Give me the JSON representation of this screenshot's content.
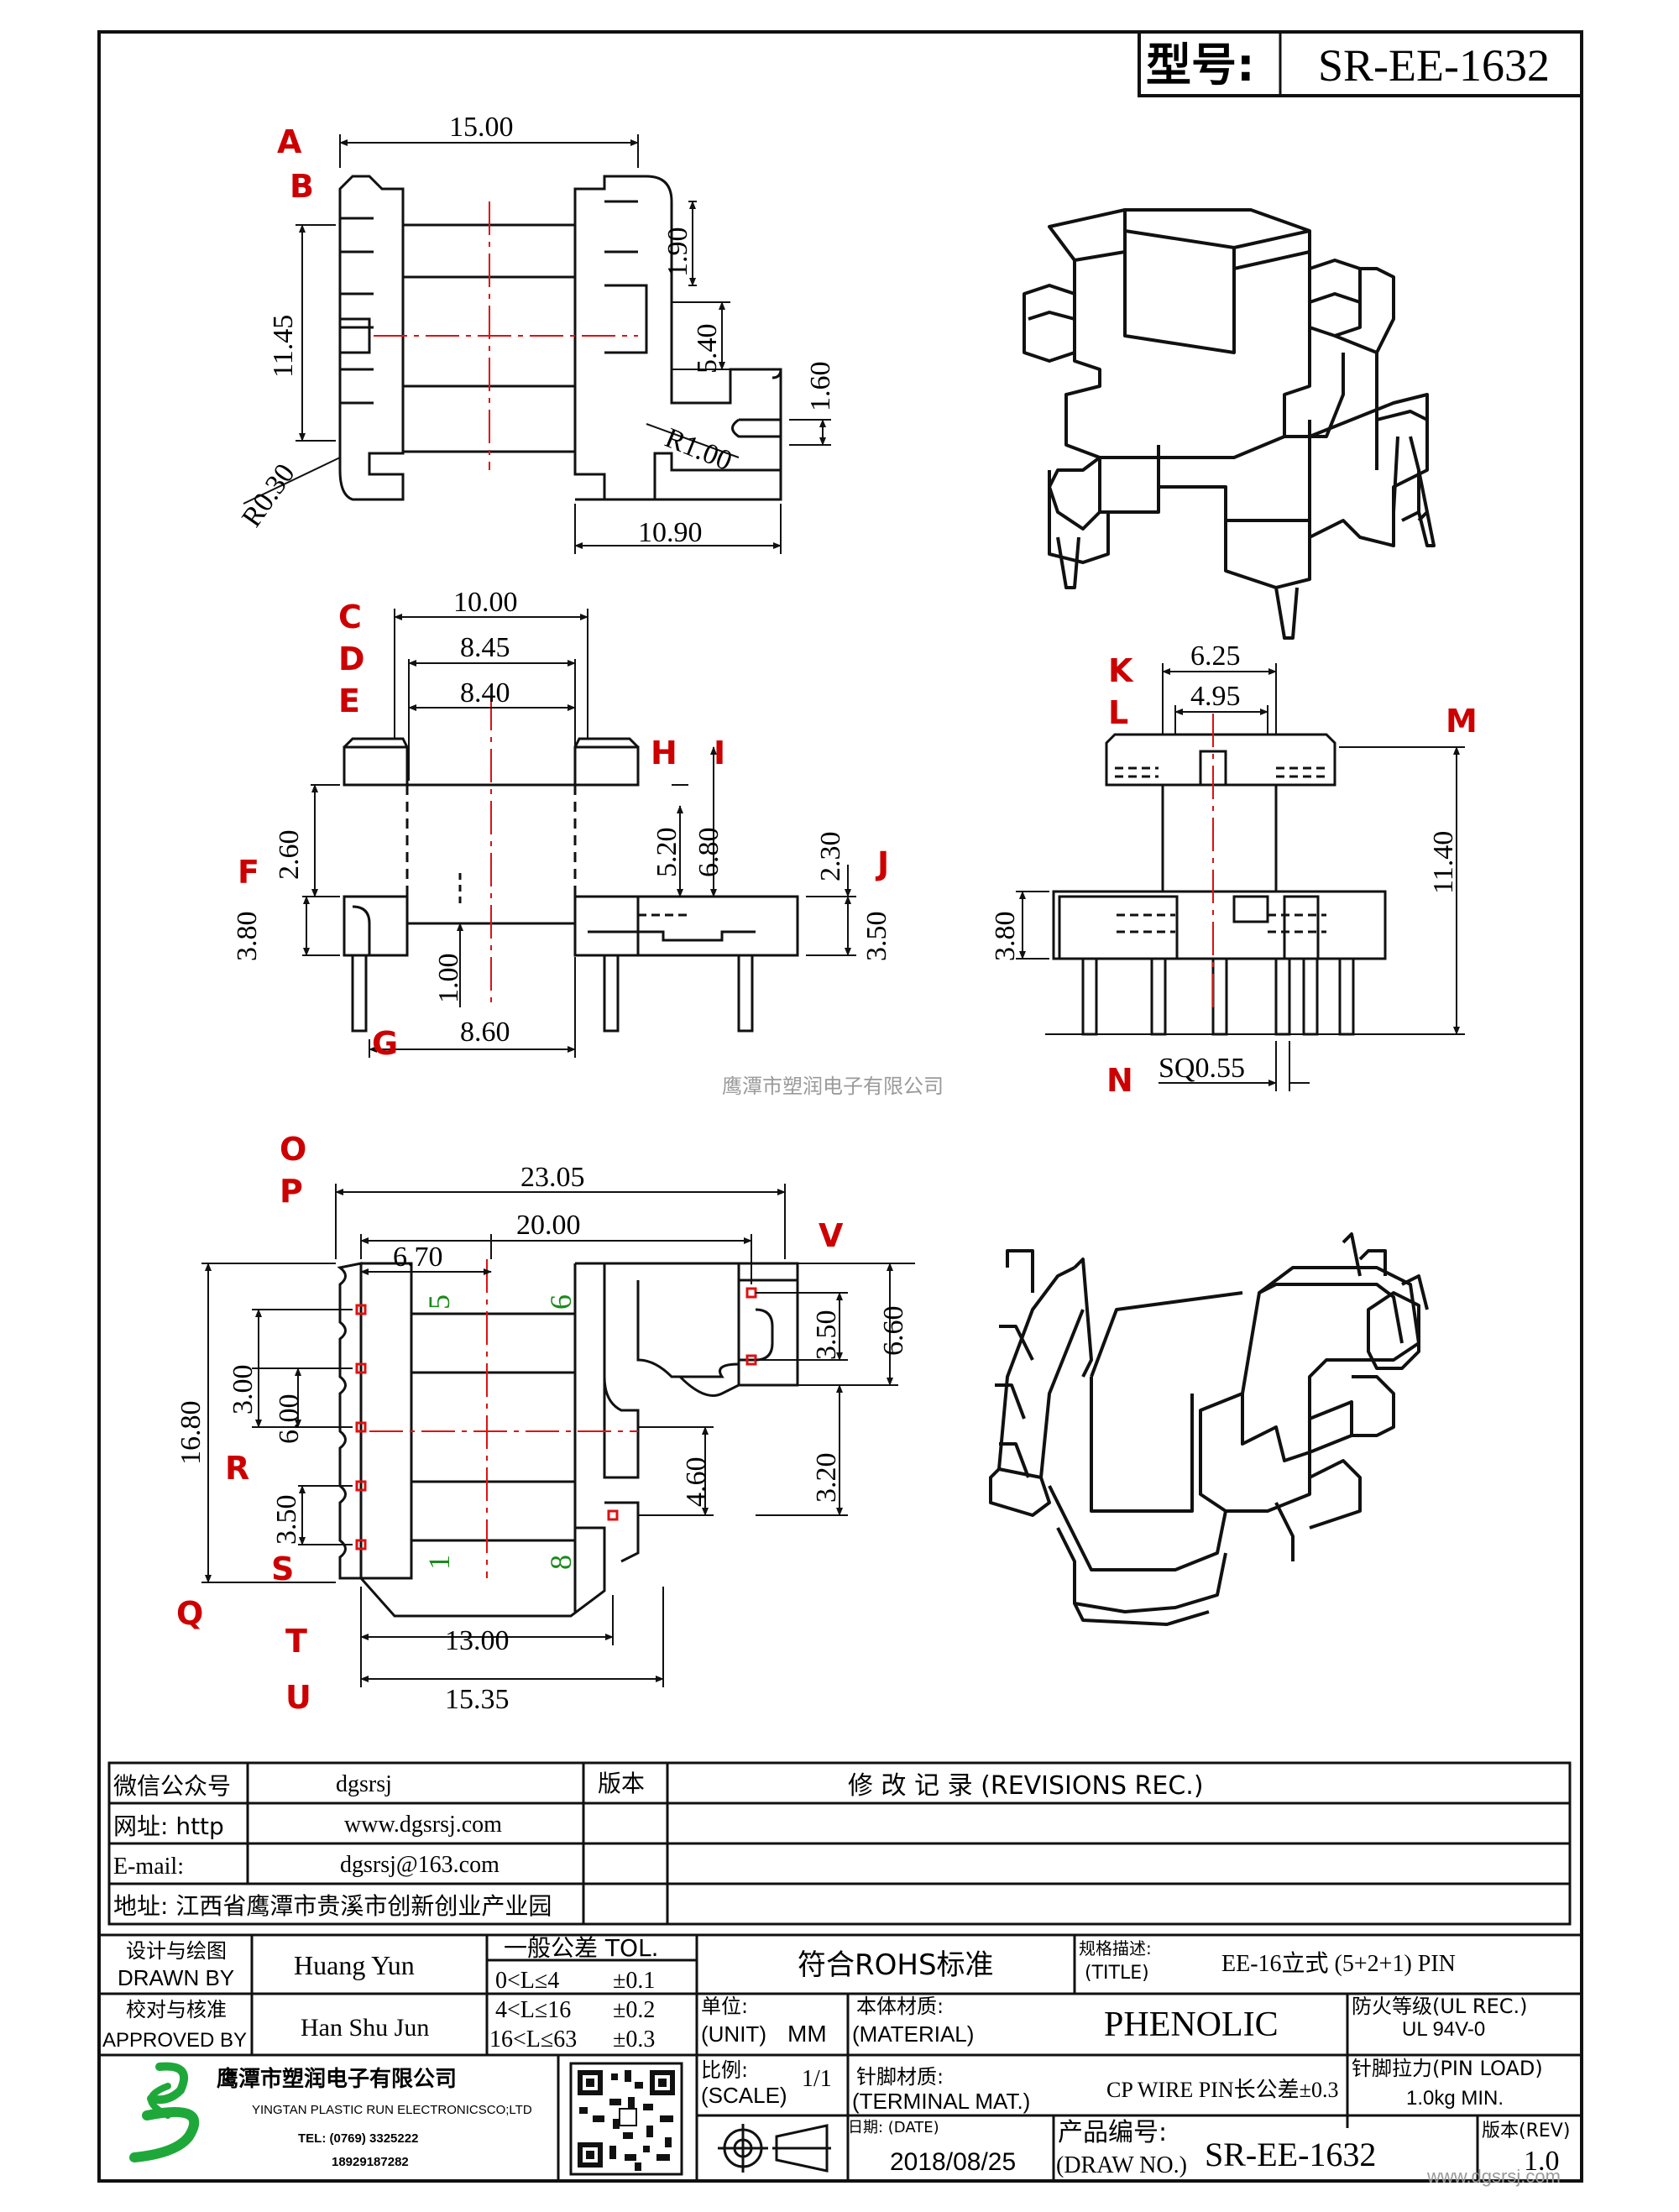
{
  "header": {
    "model_label": "型号:",
    "model_value": "SR-EE-1632"
  },
  "top_view": {
    "labels": [
      "A",
      "B"
    ],
    "dims": {
      "width": "15.00",
      "height": "11.45",
      "d190": "1.90",
      "d540": "5.40",
      "d160": "1.60",
      "r100": "R1.00",
      "r030": "R0.30",
      "base": "10.90"
    }
  },
  "front_view": {
    "labels": [
      "C",
      "D",
      "E",
      "F",
      "G",
      "H",
      "I",
      "J"
    ],
    "dims": {
      "c": "10.00",
      "d": "8.45",
      "e": "8.40",
      "f": "2.60",
      "h380": "3.80",
      "v100": "1.00",
      "g": "8.60",
      "v520": "5.20",
      "v680": "6.80",
      "j": "2.30",
      "v350": "3.50"
    }
  },
  "side_view": {
    "labels": [
      "K",
      "L",
      "M",
      "N"
    ],
    "dims": {
      "k": "6.25",
      "l": "4.95",
      "m": "11.40",
      "h380": "3.80",
      "n": "SQ0.55"
    }
  },
  "watermark": "鹰潭市塑润电子有限公司",
  "bottom_view": {
    "labels": [
      "O",
      "P",
      "Q",
      "R",
      "S",
      "T",
      "U",
      "V"
    ],
    "dims": {
      "o": "23.05",
      "p": "20.00",
      "w670": "6.70",
      "q": "16.80",
      "v300": "3.00",
      "v600": "6.00",
      "v350": "3.50",
      "t": "13.00",
      "u": "15.35",
      "v350r": "3.50",
      "v660": "6.60",
      "v460": "4.60",
      "v320": "3.20"
    },
    "pins": [
      "5",
      "6",
      "1",
      "8"
    ]
  },
  "info": {
    "wechat_label": "微信公众号",
    "wechat_value": "dgsrsj",
    "web_label": "网址: http",
    "web_value": "www.dgsrsj.com",
    "email_label": "E-mail:",
    "email_value": "dgsrsj@163.com",
    "address": "地址: 江西省鹰潭市贵溪市创新创业产业园",
    "version_label": "版本",
    "revisions": "修 改 记 录  (REVISIONS REC.)"
  },
  "title_block": {
    "drawn_cn": "设计与绘图",
    "drawn_en": "DRAWN BY",
    "drawn_name": "Huang  Yun",
    "approved_cn": "校对与核准",
    "approved_en": "APPROVED BY",
    "approved_name": "Han Shu Jun",
    "tol_title": "一般公差 TOL.",
    "tol_rows": [
      {
        "range": "0<L≤4",
        "val": "±0.1"
      },
      {
        "range": "4<L≤16",
        "val": "±0.2"
      },
      {
        "range": "16<L≤63",
        "val": "±0.3"
      }
    ],
    "rohs": "符合ROHS标准",
    "spec_cn": "规格描述:",
    "spec_en": "(TITLE)",
    "spec_value": "EE-16立式 (5+2+1) PIN",
    "unit_cn": "单位:",
    "unit_en": "(UNIT)",
    "unit_value": "MM",
    "material_cn": "本体材质:",
    "material_en": "(MATERIAL)",
    "material_value": "PHENOLIC",
    "fire_cn": "防火等级(UL REC.)",
    "fire_value": "UL 94V-0",
    "company_cn": "鹰潭市塑润电子有限公司",
    "company_en": "YINGTAN PLASTIC RUN ELECTRONICSCO;LTD",
    "tel": "TEL: (0769) 3325222",
    "phone": "18929187282",
    "scale_cn": "比例:",
    "scale_en": "(SCALE)",
    "scale_value": "1/1",
    "terminal_cn": "针脚材质:",
    "terminal_en": "(TERMINAL MAT.)",
    "terminal_value": "CP WIRE  PIN长公差±0.3",
    "pinload_cn": "针脚拉力(PIN LOAD)",
    "pinload_value": "1.0kg MIN.",
    "date_label": "日期: (DATE)",
    "date_value": "2018/08/25",
    "drawno_cn": "产品编号:",
    "drawno_en": "(DRAW NO.)",
    "drawno_value": "SR-EE-1632",
    "rev_label": "版本(REV)",
    "rev_value": "1.0",
    "corner_wm": "www.dgsrsj.com"
  }
}
